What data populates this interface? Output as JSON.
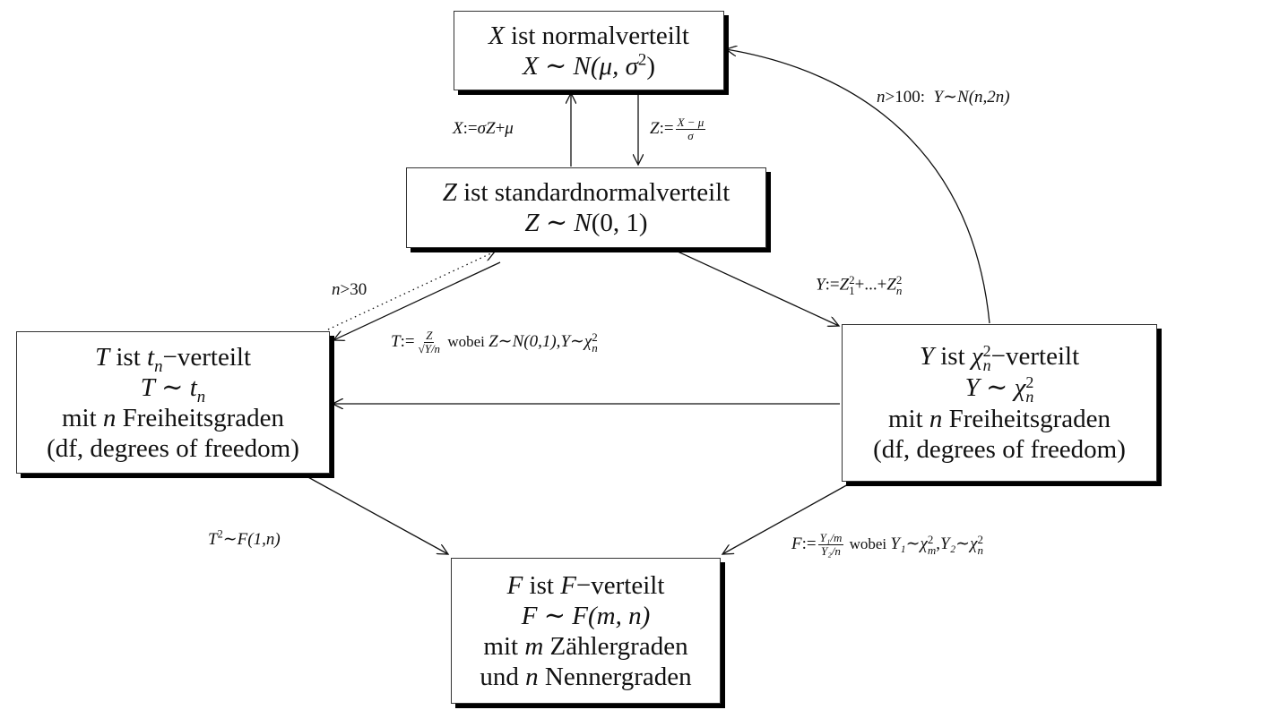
{
  "nodes": {
    "x": {
      "line1_var": "X",
      "line1_text": " ist normalverteilt",
      "line2": "X ∼ N(μ, σ²)",
      "line2_lhs": "X",
      "line2_tilde": " ∼ ",
      "line2_rhs": "N",
      "line2_args_open": "(μ, σ",
      "line2_sup": "2",
      "line2_args_close": ")"
    },
    "z": {
      "line1_var": "Z",
      "line1_text": " ist standardnormalverteilt",
      "line2_lhs": "Z",
      "line2_tilde": " ∼ ",
      "line2_rhs": "N",
      "line2_args": "(0, 1)"
    },
    "t": {
      "line1_var": "T",
      "line1_mid": " ist ",
      "line1_dist": "t",
      "line1_sub": "n",
      "line1_text": "−verteilt",
      "line2_lhs": "T",
      "line2_tilde": " ∼ ",
      "line2_rhs": "t",
      "line2_sub": "n",
      "line3_pre": "mit ",
      "line3_var": "n",
      "line3_post": " Freiheitsgraden",
      "line4": "(df, degrees of freedom)"
    },
    "y": {
      "line1_var": "Y",
      "line1_mid": " ist ",
      "line1_dist": "χ",
      "line1_sup": "2",
      "line1_sub": "n",
      "line1_text": "−verteilt",
      "line2_lhs": "Y",
      "line2_tilde": " ∼ ",
      "line2_rhs": "χ",
      "line2_sup": "2",
      "line2_sub": "n",
      "line3_pre": "mit ",
      "line3_var": "n",
      "line3_post": " Freiheitsgraden",
      "line4": "(df, degrees of freedom)"
    },
    "f": {
      "line1_var": "F",
      "line1_mid": " ist ",
      "line1_dist": "F",
      "line1_text": "−verteilt",
      "line2_lhs": "F",
      "line2_tilde": " ∼ ",
      "line2_rhs": "F",
      "line2_args": "(m, n)",
      "line3_pre": "mit ",
      "line3_var": "m",
      "line3_post": " Zählergraden",
      "line4_pre": "und ",
      "line4_var": "n",
      "line4_post": " Nennergraden"
    }
  },
  "edges": [
    {
      "from": "z",
      "to": "x",
      "label": "X:=σZ+μ",
      "style": "solid"
    },
    {
      "from": "x",
      "to": "z",
      "label": "Z:=(X−μ)/σ",
      "style": "solid"
    },
    {
      "from": "z",
      "to": "y",
      "label": "Y:=Z₁²+...+Zₙ²",
      "style": "solid"
    },
    {
      "from": "y",
      "to": "x",
      "label": "n>100:  Y∼N(n,2n)",
      "style": "solid-curved"
    },
    {
      "from": "z",
      "to": "t",
      "label": "T:=Z/√(Y/n) wobei Z∼N(0,1),Y∼χ²ₙ",
      "style": "solid"
    },
    {
      "from": "t",
      "to": "z",
      "label": "n>30",
      "style": "dotted"
    },
    {
      "from": "y",
      "to": "t",
      "label": "",
      "style": "solid"
    },
    {
      "from": "t",
      "to": "f",
      "label": "T²∼F(1,n)",
      "style": "solid"
    },
    {
      "from": "y",
      "to": "f",
      "label": "F:=(Y₁/m)/(Y₂/n) wobei Y₁∼χ²ₘ,Y₂∼χ²ₙ",
      "style": "solid"
    }
  ],
  "labels": {
    "x_from_z": {
      "lhs": "X",
      "op": ":=",
      "rhs1": "σ",
      "rhs2": "Z",
      "rhs3": "+",
      "rhs4": "μ"
    },
    "z_from_x": {
      "lhs": "Z",
      "op": ":=",
      "num": "X − μ",
      "den": "σ"
    },
    "y_approx": {
      "cond_var": "n",
      "cond": ">100:",
      "lhs": "Y",
      "tilde": "∼",
      "rhs": "N",
      "args": "(n,2n)"
    },
    "y_def": {
      "lhs": "Y",
      "op": ":=",
      "t1": "Z",
      "t1_sup": "2",
      "t1_sub": "1",
      "mid": "+...+",
      "t2": "Z",
      "t2_sup": "2",
      "t2_sub": "n"
    },
    "t_approx": {
      "var": "n",
      "cond": ">30"
    },
    "t_def": {
      "lhs": "T",
      "op": ":=",
      "num": "Z",
      "den": "√Y/n",
      "wobei": " wobei ",
      "c1": "Z∼N(0,1),",
      "c2": "Y∼χ",
      "c2_sup": "2",
      "c2_sub": "n"
    },
    "t_sq": {
      "lhs": "T",
      "sup": "2",
      "rhs": "∼F(1,n)"
    },
    "f_def": {
      "lhs": "F",
      "op": ":=",
      "num": "Y₁/m",
      "den": "Y₂/n",
      "wobei": " wobei ",
      "c1": "Y₁∼χ",
      "c1_sup": "2",
      "c1_sub": "m",
      "sep": ",",
      "c2": "Y₂∼χ",
      "c2_sup": "2",
      "c2_sub": "n"
    }
  }
}
